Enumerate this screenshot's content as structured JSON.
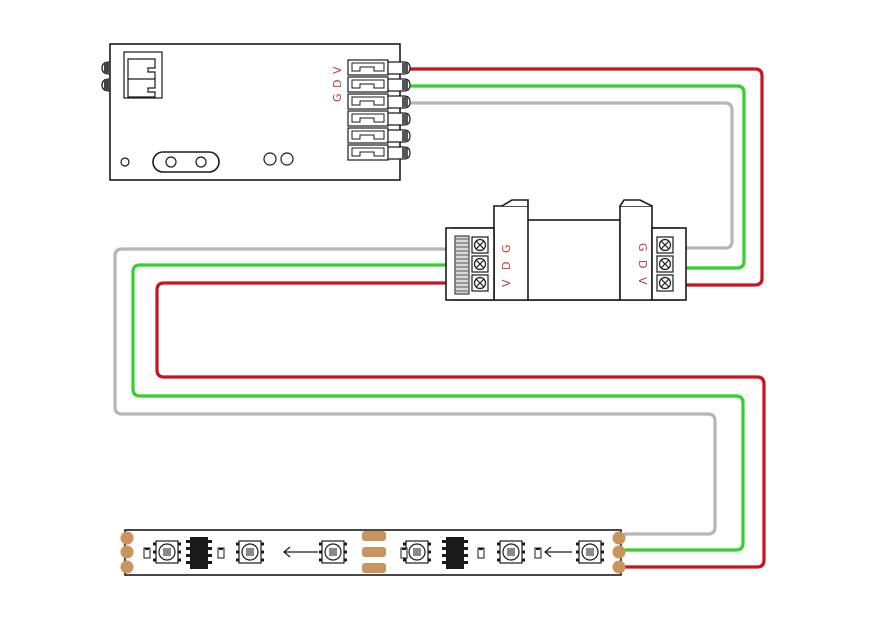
{
  "controller": {
    "pin_labels": [
      "G",
      "D",
      "V"
    ]
  },
  "amplifier": {
    "left_pin_labels": [
      "V",
      "D",
      "G"
    ],
    "right_pin_labels": [
      "G",
      "D",
      "V"
    ]
  },
  "colors": {
    "power_wire": "#c8141c",
    "data_wire": "#33d12b",
    "ground_wire": "#b6b6b6",
    "pad": "#c9955c",
    "label": "#c23b3b"
  },
  "icons": [
    "controller-board",
    "signal-amplifier",
    "led-strip",
    "arrow-left-icon"
  ]
}
